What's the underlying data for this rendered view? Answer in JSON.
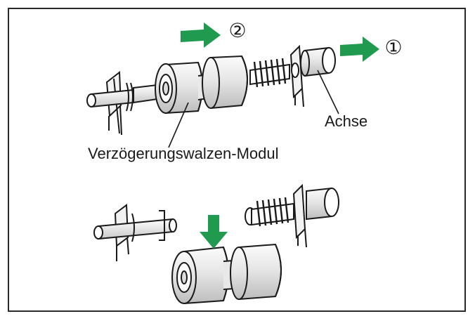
{
  "labels": {
    "module": "Verzögerungswalzen-Modul",
    "axle": "Achse"
  },
  "steps": {
    "step1": "①",
    "step2": "②"
  },
  "colors": {
    "arrow": "#1f9a4e",
    "line": "#1a1a1a",
    "roller_shade": "#d9d9d9",
    "roller_light": "#f4f4f4"
  }
}
